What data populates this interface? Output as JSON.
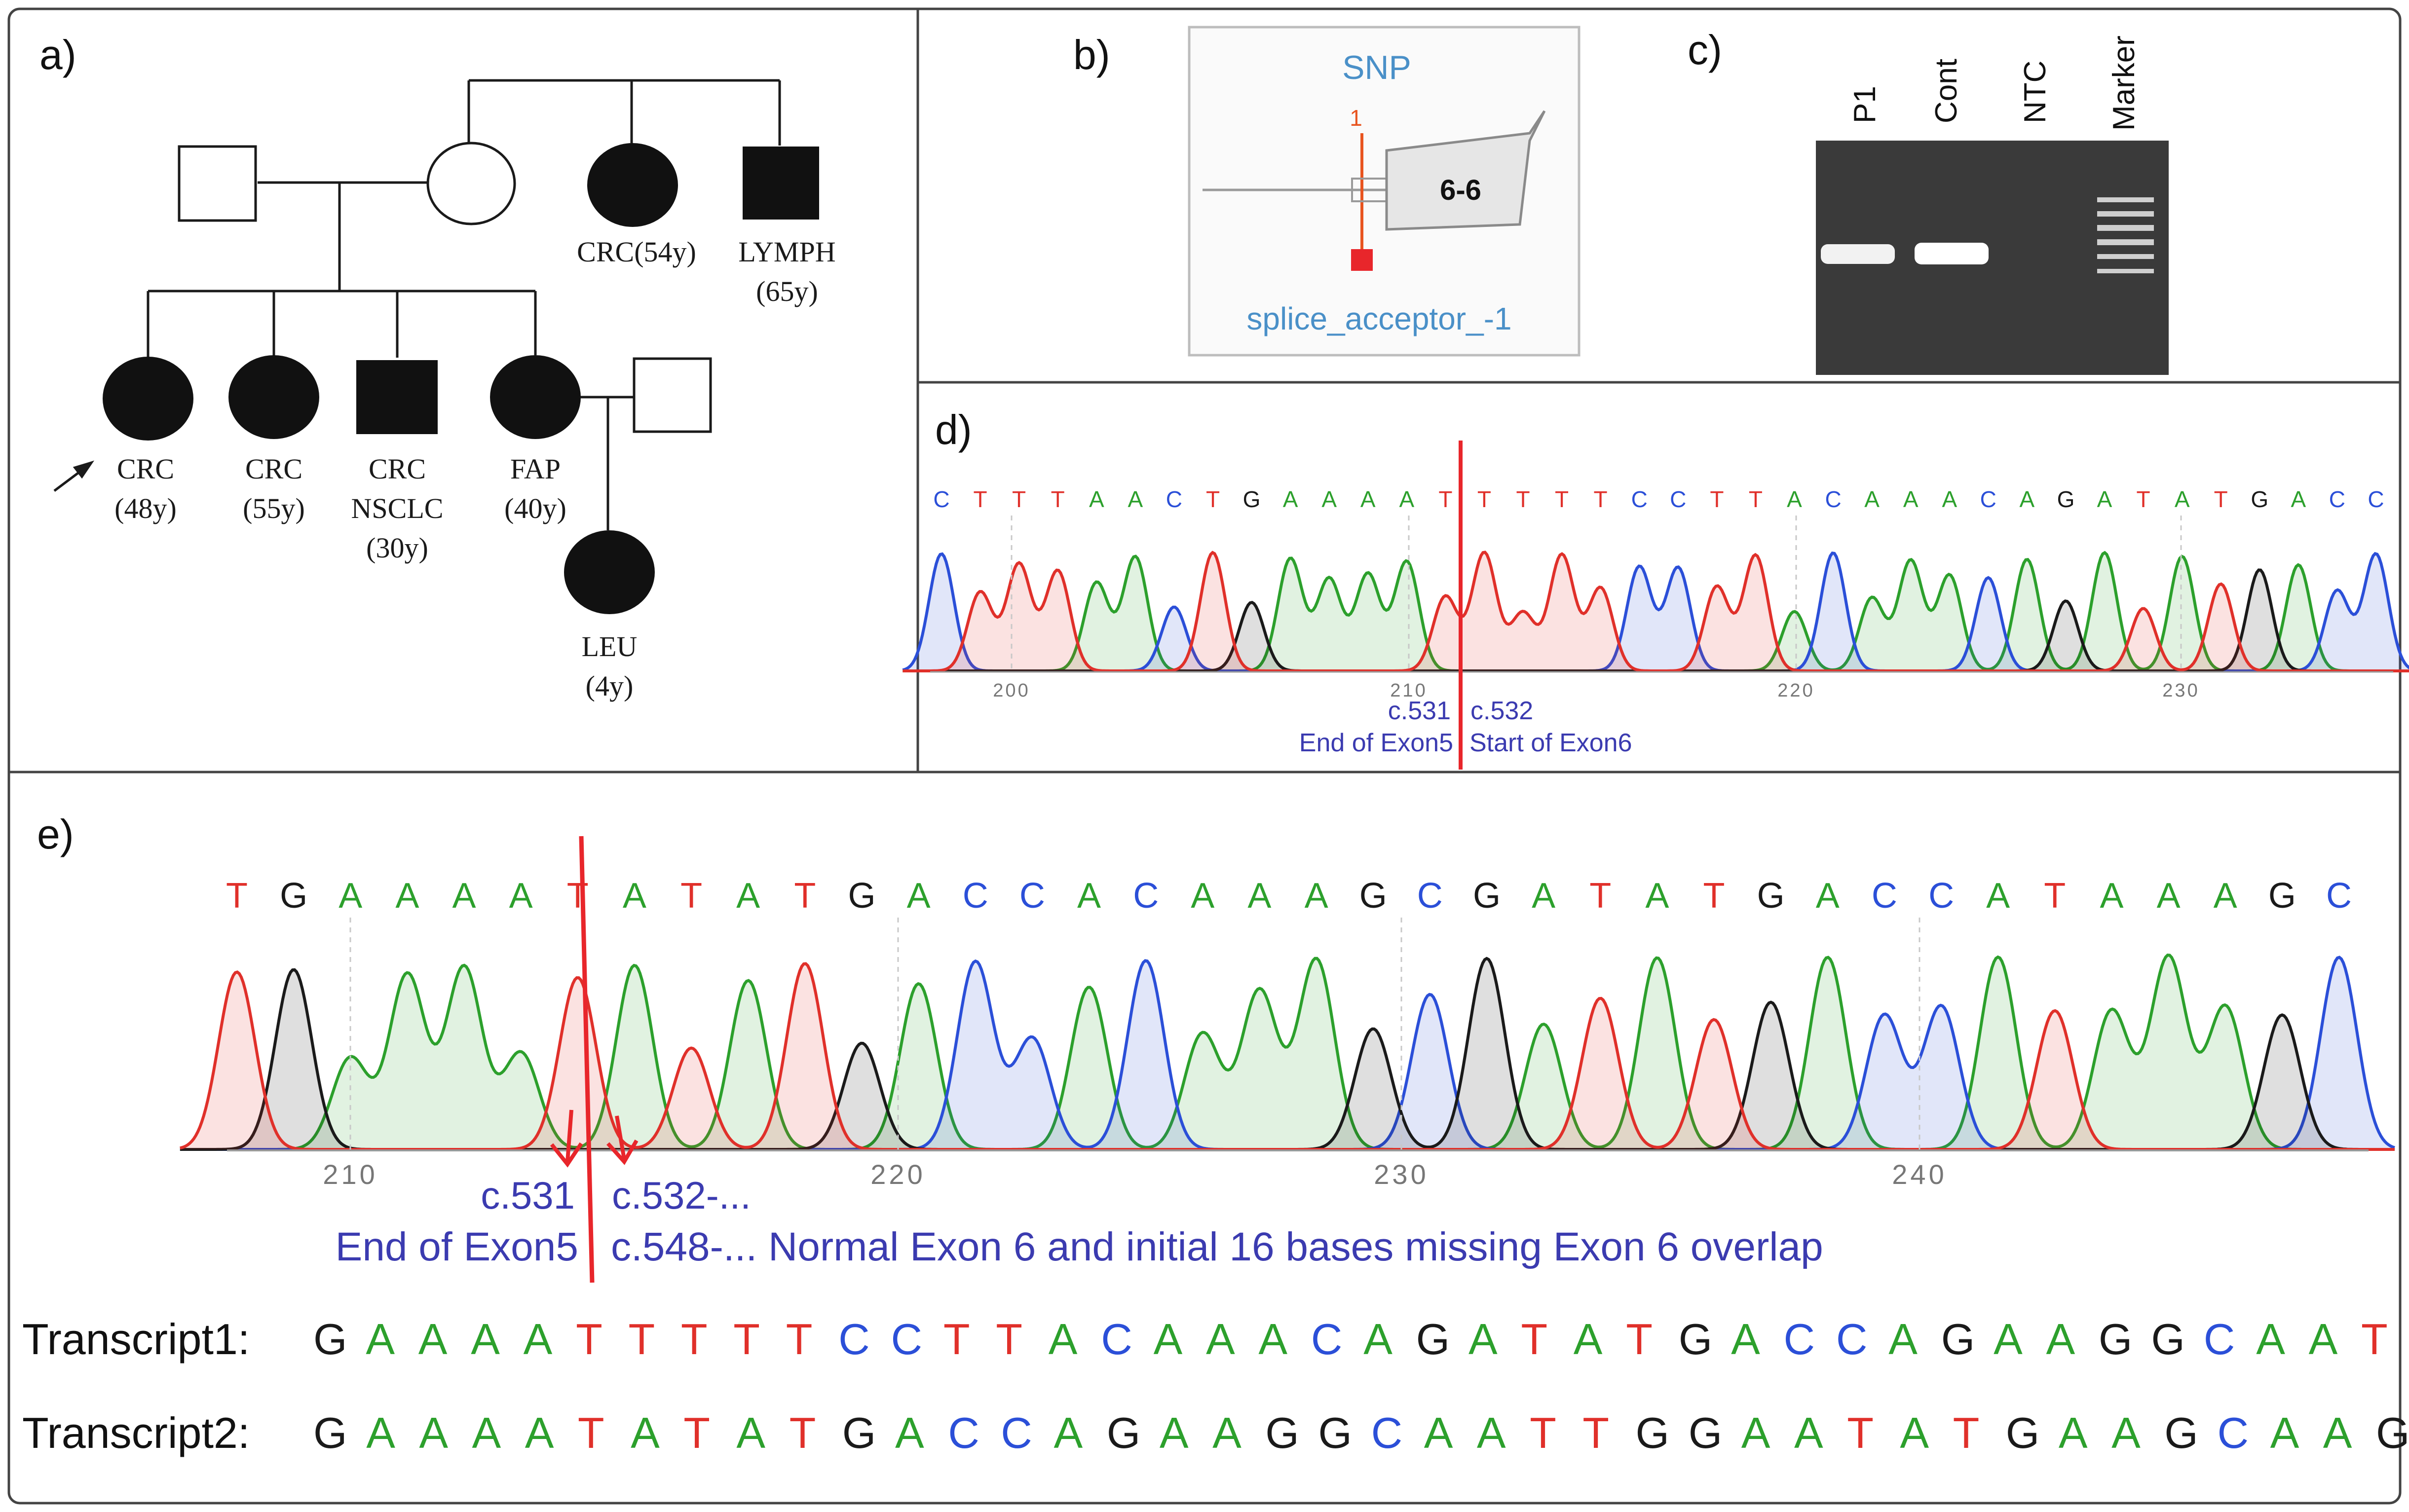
{
  "panel_labels": {
    "a": "a)",
    "b": "b)",
    "c": "c)",
    "d": "d)",
    "e": "e)"
  },
  "colors": {
    "A": "#2ca02c",
    "C": "#2b4fd8",
    "G": "#1a1a1a",
    "T": "#e0302a",
    "cut": "#e8262b",
    "note": "#3b3bb0"
  },
  "pedigree": {
    "aunt_label": "CRC(54y)",
    "uncle_label_1": "LYMPH",
    "uncle_label_2": "(65y)",
    "proband_1": "CRC",
    "proband_2": "(48y)",
    "sib2_1": "CRC",
    "sib2_2": "(55y)",
    "sib3_1": "CRC",
    "sib3_2": "NSCLC",
    "sib3_3": "(30y)",
    "sib4_1": "FAP",
    "sib4_2": "(40y)",
    "child_1": "LEU",
    "child_2": "(4y)"
  },
  "panel_b": {
    "title": "SNP",
    "marker": "1",
    "exon": "6-6",
    "caption": "splice_acceptor_-1"
  },
  "panel_c": {
    "lanes": [
      "P1",
      "Cont",
      "NTC",
      "Marker"
    ]
  },
  "panel_d": {
    "sequence": "CTTTAACTGAAAATTTTTCCTTACAAACAGATATGACC",
    "ticks": [
      "200",
      "210",
      "220",
      "230"
    ],
    "left_pos": "c.531",
    "right_pos": "c.532",
    "left_note": "End of Exon5",
    "right_note": "Start of Exon6"
  },
  "panel_e": {
    "sequence": "TGAAAATATATGACCACAAAGCGATATGACCATAAAGC",
    "ticks": [
      "210",
      "220",
      "230",
      "240"
    ],
    "pos1": "c.531",
    "pos2": "c.532-...",
    "note_left": "End of Exon5",
    "note_right": "c.548-... Normal Exon 6 and initial 16 bases missing Exon 6 overlap",
    "transcript1_label": "Transcript1:",
    "transcript1_seq": "GAAAATTTTTCCTTACAAACAGATATGACCAGAAGGCAAT",
    "transcript2_label": "Transcript2:",
    "transcript2_seq": "GAAAATATATGACCAGAAGGCAATTGGAATATGAAGCAAG"
  }
}
